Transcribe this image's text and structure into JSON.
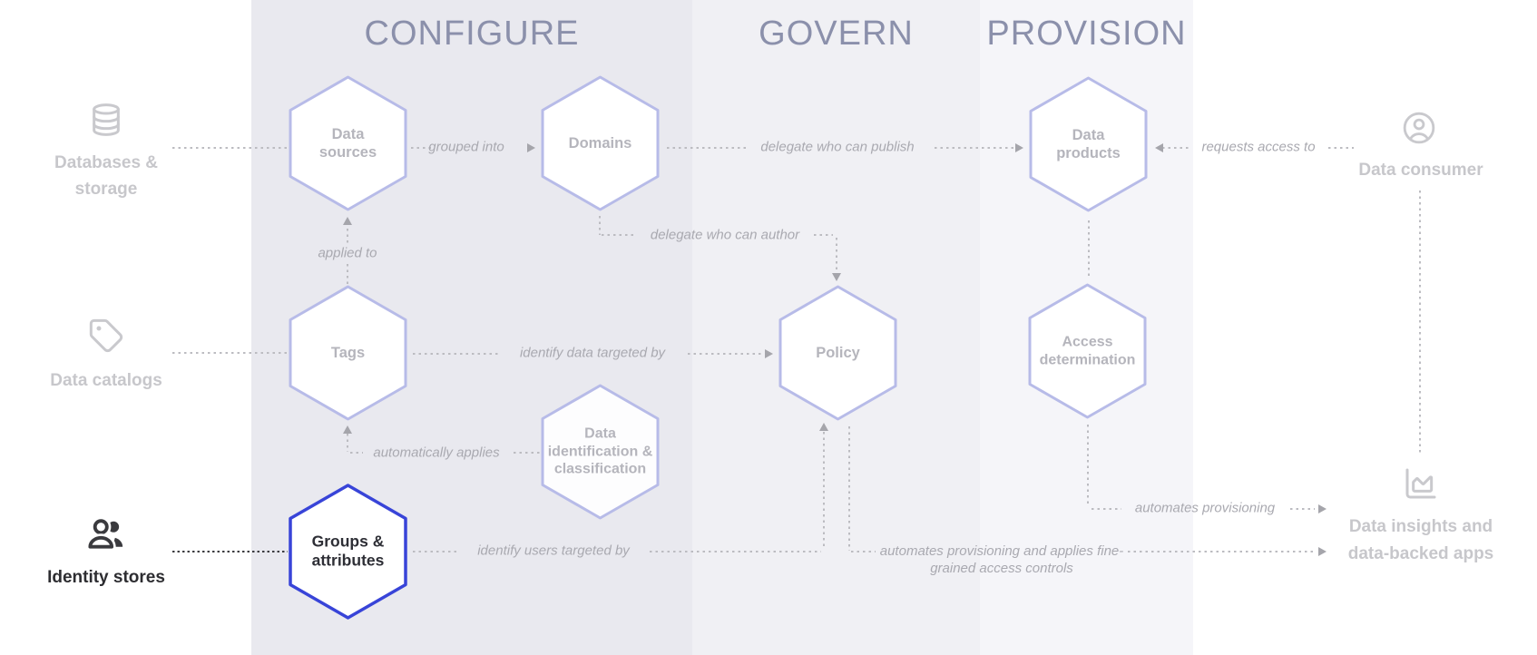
{
  "phases": {
    "configure": "CONFIGURE",
    "govern": "GOVERN",
    "provision": "PROVISION"
  },
  "nodes": {
    "data_sources": "Data sources",
    "domains": "Domains",
    "data_products": "Data products",
    "tags": "Tags",
    "policy": "Policy",
    "access_determination": "Access determination",
    "data_identification": "Data identification & classification",
    "groups_attributes": "Groups & attributes"
  },
  "entities": {
    "databases_storage": "Databases & storage",
    "data_catalogs": "Data catalogs",
    "identity_stores": "Identity stores",
    "data_consumer": "Data consumer",
    "data_insights": "Data insights and data-backed apps"
  },
  "edges": {
    "grouped_into": "grouped into",
    "delegate_publish": "delegate who can publish",
    "requests_access": "requests access to",
    "applied_to": "applied to",
    "delegate_author": "delegate who can author",
    "identify_data": "identify data targeted by",
    "automatically_applies": "automatically applies",
    "identify_users": "identify users targeted by",
    "automates_provisioning": "automates provisioning",
    "automates_fine_grained": "automates provisioning and applies fine-grained access controls"
  },
  "icons": {
    "databases_storage": "database-icon",
    "data_catalogs": "tag-icon",
    "identity_stores": "users-icon",
    "data_consumer": "circle-user-icon",
    "data_insights": "chart-area-icon"
  },
  "colors": {
    "configure_bg": "#e9e9ef",
    "govern_bg": "#f0f0f4",
    "provision_bg": "#f5f5f9",
    "hex_border": "#b7bbe8",
    "hex_border_active": "#3844d8",
    "hex_fill": "#ffffff",
    "phase_title": "#8b90ab",
    "muted_text": "#c7c7cb",
    "muted_node_text": "#b5b5bc",
    "active_text": "#2d2d31",
    "connector": "#bcbcc1",
    "connector_dark": "#3c3c40",
    "edge_label_text": "#a9a9b0"
  }
}
